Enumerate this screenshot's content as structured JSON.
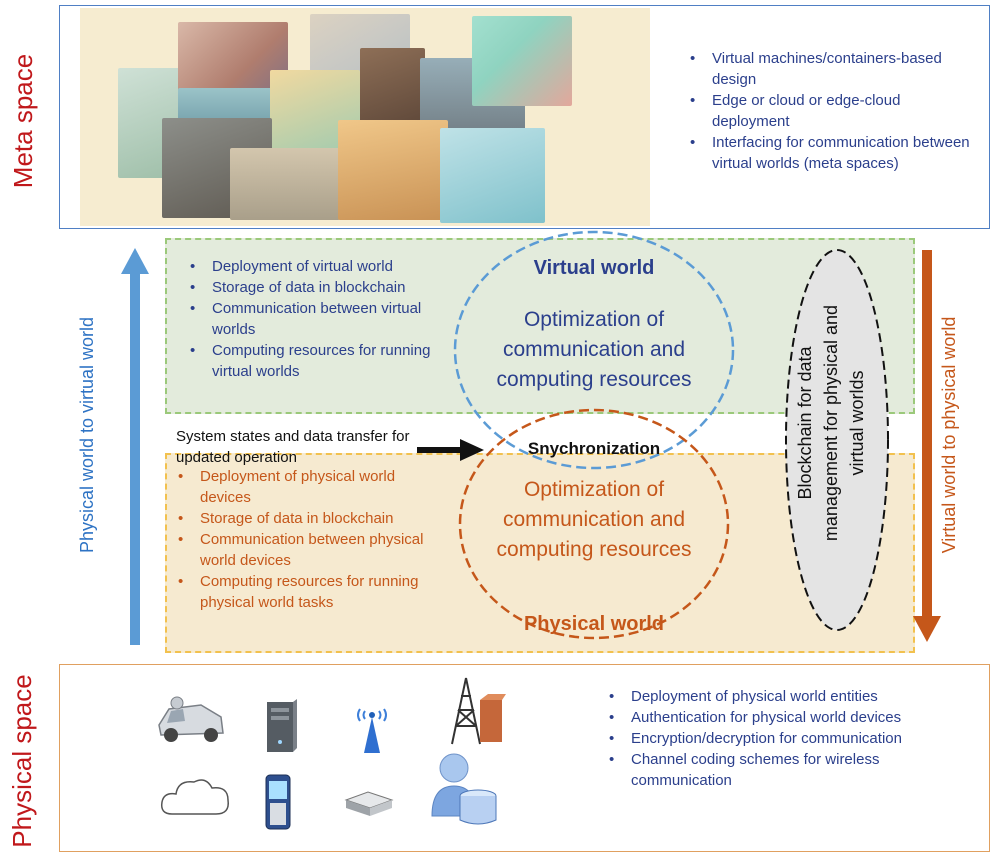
{
  "meta_space": {
    "title": "Meta space",
    "bullets": [
      "Virtual machines/containers-based design",
      "Edge or cloud or edge-cloud deployment",
      "Interfacing for communication between virtual worlds (meta spaces)"
    ]
  },
  "virtual_region": {
    "bullets": [
      "Deployment of virtual world",
      "Storage of data in blockchain",
      "Communication between virtual worlds",
      "Computing resources for running virtual worlds"
    ]
  },
  "physical_region": {
    "bullets": [
      "Deployment of physical world devices",
      "Storage of data in blockchain",
      "Communication between physical world devices",
      "Computing resources for running physical world tasks"
    ]
  },
  "virtual_circle": {
    "label": "Virtual world",
    "text": "Optimization of communication and computing resources"
  },
  "physical_circle": {
    "label": "Physical world",
    "text": "Optimization of communication and computing resources"
  },
  "sync": {
    "label": "Snychronization",
    "arrow_text": "System states and data transfer for updated operation"
  },
  "blockchain": {
    "text": "Blockchain for data management for physical and virtual worlds"
  },
  "left_arrow": {
    "text": "Physical world to virtual world"
  },
  "right_arrow": {
    "text": "Virtual world to physical world"
  },
  "physical_space": {
    "title": "Physical space",
    "bullets": [
      "Deployment of physical world entities",
      "Authentication for physical world devices",
      "Encryption/decryption for communication",
      "Channel coding schemes for wireless communication"
    ],
    "icons": [
      "car-icon",
      "server-tower-icon",
      "antenna-icon",
      "cell-tower-icon",
      "cloud-icon",
      "mobile-phone-icon",
      "mini-pc-icon",
      "user-database-icon"
    ]
  },
  "colors": {
    "blue": "#5b9bd5",
    "orange": "#c5571a",
    "red_title": "#c0181b",
    "green_border": "#9bc97a",
    "gold_border": "#f2c14e"
  }
}
